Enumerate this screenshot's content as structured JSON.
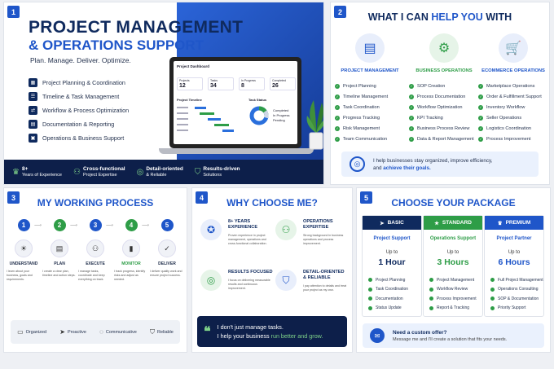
{
  "colors": {
    "navy": "#0f2a5e",
    "blue": "#1f56c9",
    "green": "#2e9d47",
    "dark": "#0d1f4a"
  },
  "p1": {
    "num": "1",
    "title_line1": "PROJECT MANAGEMENT",
    "title_line2": "& OPERATIONS SUPPORT",
    "tagline": "Plan. Manage. Deliver. Optimize.",
    "services": [
      {
        "label": "Project Planning & Coordination",
        "icon": "calendar-icon"
      },
      {
        "label": "Timeline & Task Management",
        "icon": "timeline-icon"
      },
      {
        "label": "Workflow & Process Optimization",
        "icon": "workflow-icon"
      },
      {
        "label": "Documentation & Reporting",
        "icon": "document-icon"
      },
      {
        "label": "Operations & Business Support",
        "icon": "briefcase-icon"
      }
    ],
    "stats": [
      {
        "top": "8+",
        "bottom": "Years of Experience"
      },
      {
        "top": "Cross-functional",
        "bottom": "Project Expertise"
      },
      {
        "top": "Detail-oriented",
        "bottom": "& Reliable"
      },
      {
        "top": "Results-driven",
        "bottom": "Solutions"
      }
    ],
    "dashboard": {
      "title": "Project Dashboard",
      "kpis": [
        {
          "label": "Projects",
          "value": "12"
        },
        {
          "label": "Tasks",
          "value": "34"
        },
        {
          "label": "In Progress",
          "value": "8"
        },
        {
          "label": "Completed",
          "value": "26"
        }
      ],
      "timeline_title": "Project Timeline",
      "status_title": "Task Status",
      "status_legend": [
        "Completed",
        "In Progress",
        "Pending"
      ]
    }
  },
  "p2": {
    "num": "2",
    "heading_pre": "WHAT I CAN ",
    "heading_hl": "HELP YOU",
    "heading_post": " WITH",
    "columns": [
      {
        "title": "PROJECT MANAGEMENT",
        "icon": "clipboard-icon",
        "items": [
          "Project Planning",
          "Timeline Management",
          "Task Coordination",
          "Progress Tracking",
          "Risk Management",
          "Team Communication"
        ]
      },
      {
        "title": "BUSINESS OPERATIONS",
        "icon": "gear-icon",
        "items": [
          "SOP Creation",
          "Process Documentation",
          "Workflow Optimization",
          "KPI Tracking",
          "Business Process Review",
          "Data & Report Management"
        ]
      },
      {
        "title": "ECOMMERCE OPERATIONS",
        "icon": "cart-icon",
        "items": [
          "Marketplace Operations",
          "Order & Fulfillment Support",
          "Inventory Workflow",
          "Seller Operations",
          "Logistics Coordination",
          "Process Improvement"
        ]
      }
    ],
    "footer_line1": "I help businesses stay organized, improve efficiency,",
    "footer_pre": "and ",
    "footer_hl": "achieve their goals."
  },
  "p3": {
    "num": "3",
    "heading_pre": "MY WORKING ",
    "heading_hl": "PROCESS",
    "steps": [
      {
        "n": "1",
        "title": "UNDERSTAND",
        "icon": "lightbulb-icon",
        "desc": "I learn about your business, goals and requirements."
      },
      {
        "n": "2",
        "title": "PLAN",
        "icon": "document-icon",
        "desc": "I create a clear plan, timeline and action steps."
      },
      {
        "n": "3",
        "title": "EXECUTE",
        "icon": "team-icon",
        "desc": "I manage tasks, coordinate and keep everything on track."
      },
      {
        "n": "4",
        "title": "MONITOR",
        "icon": "chart-icon",
        "desc": "I track progress, identify risks and adjust as needed."
      },
      {
        "n": "5",
        "title": "DELIVER",
        "icon": "check-icon",
        "desc": "I deliver quality work and ensure project success."
      }
    ],
    "badges": [
      "Organized",
      "Proactive",
      "Communicative",
      "Reliable"
    ]
  },
  "p4": {
    "num": "4",
    "heading_pre": "WHY ",
    "heading_hl": "CHOOSE ME?",
    "reasons": [
      {
        "title": "8+ YEARS EXPERIENCE",
        "icon": "medal-icon",
        "desc": "Proven experience in project management, operations and cross-functional collaboration."
      },
      {
        "title": "OPERATIONS EXPERTISE",
        "icon": "team-icon",
        "desc": "Strong background in business operations and process improvement."
      },
      {
        "title": "RESULTS FOCUSED",
        "icon": "target-icon",
        "desc": "I focus on delivering measurable results and continuous improvement."
      },
      {
        "title": "DETAIL-ORIENTED & RELIABLE",
        "icon": "shield-icon",
        "desc": "I pay attention to details and treat your project as my own."
      }
    ],
    "quote_line1": "I don't just manage tasks.",
    "quote_pre": "I help your business ",
    "quote_hl": "run better and grow."
  },
  "p5": {
    "num": "5",
    "heading_pre": "CHOOSE ",
    "heading_hl": "YOUR PACKAGE",
    "packages": [
      {
        "name": "BASIC",
        "subtitle": "Project Support",
        "upto": "Up to",
        "hours": "1 Hour",
        "color": "#0f2a5e",
        "items": [
          "Project Planning",
          "Task Coordination",
          "Documentation",
          "Status Update"
        ]
      },
      {
        "name": "STANDARD",
        "subtitle": "Operations Support",
        "upto": "Up to",
        "hours": "3 Hours",
        "color": "#2e9d47",
        "items": [
          "Project Management",
          "Workflow Review",
          "Process Improvement",
          "Report & Tracking"
        ]
      },
      {
        "name": "PREMIUM",
        "subtitle": "Project Partner",
        "upto": "Up to",
        "hours": "6 Hours",
        "color": "#1f56c9",
        "items": [
          "Full Project Management",
          "Operations Consulting",
          "SOP & Documentation",
          "Priority Support"
        ]
      }
    ],
    "custom_title": "Need a custom offer?",
    "custom_desc": "Message me and I'll create a solution that fits your needs."
  }
}
